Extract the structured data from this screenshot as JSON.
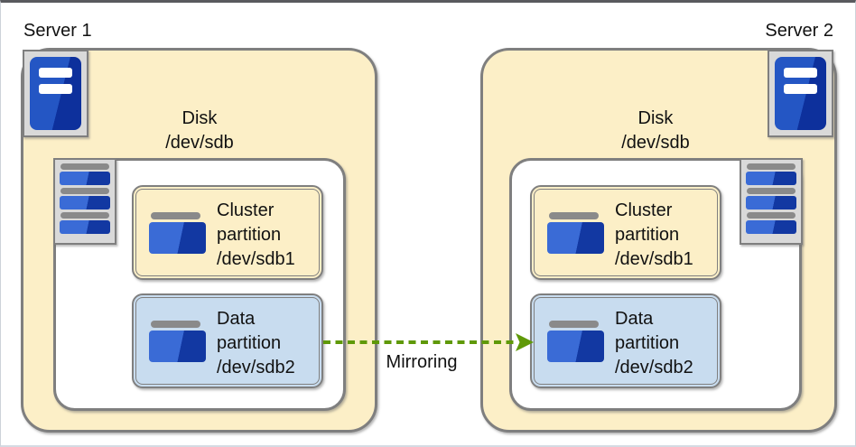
{
  "servers": [
    {
      "name": "Server 1",
      "disk": {
        "line1": "Disk",
        "line2": "/dev/sdb"
      },
      "partitions": [
        {
          "id": "cluster-partition",
          "lines": [
            "Cluster",
            "partition",
            "/dev/sdb1"
          ]
        },
        {
          "id": "data-partition",
          "lines": [
            "Data",
            "partition",
            "/dev/sdb2"
          ]
        }
      ]
    },
    {
      "name": "Server 2",
      "disk": {
        "line1": "Disk",
        "line2": "/dev/sdb"
      },
      "partitions": [
        {
          "id": "cluster-partition",
          "lines": [
            "Cluster",
            "partition",
            "/dev/sdb1"
          ]
        },
        {
          "id": "data-partition",
          "lines": [
            "Data",
            "partition",
            "/dev/sdb2"
          ]
        }
      ]
    }
  ],
  "arrow": {
    "label": "Mirroring"
  },
  "colors": {
    "server_fill": "#FCEFC7",
    "data_fill": "#C8DCEF",
    "border_gray": "#7F7F7F",
    "icon_bg": "#D9D9D9",
    "stack_blue_light": "#3A6BD6",
    "stack_blue_dark": "#1238A2",
    "tower_blue_light": "#2456C4",
    "tower_blue_dark": "#0D309C",
    "bar_gray": "#8A8A8A",
    "arrow_green": "#5F9908",
    "text_color": "#111111"
  }
}
